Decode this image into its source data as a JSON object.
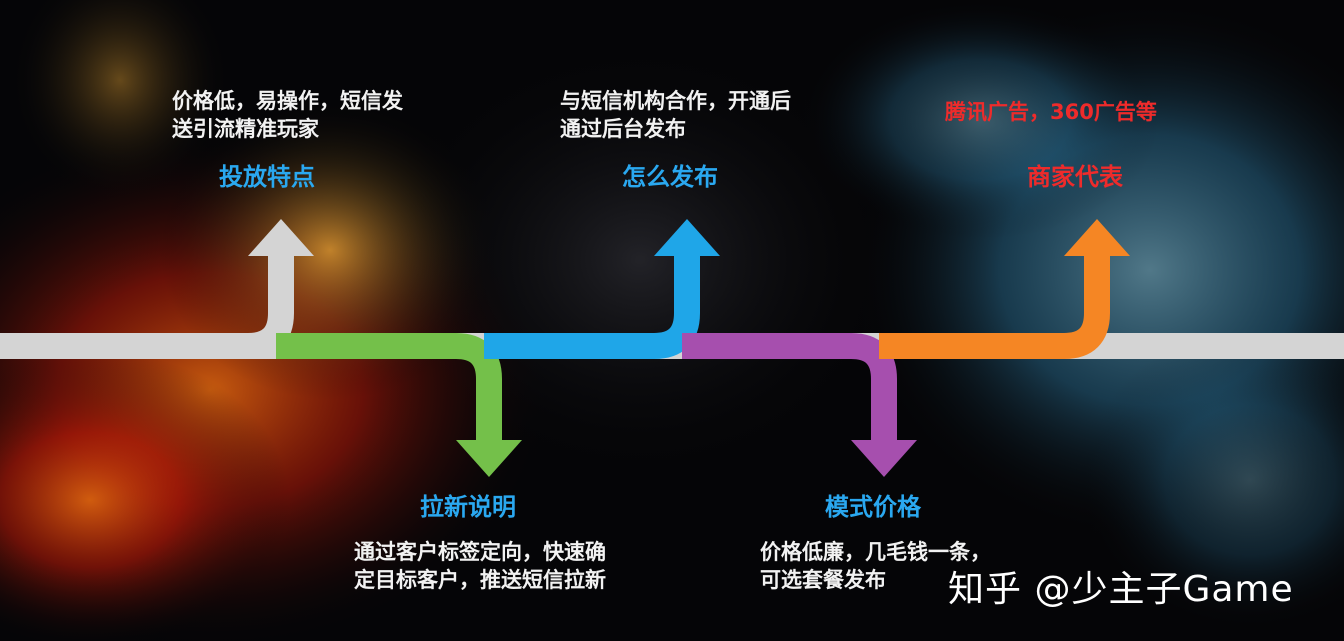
{
  "colors": {
    "gray": "#d4d4d4",
    "green": "#74c04a",
    "blue": "#1fa6e8",
    "purple": "#a64fae",
    "orange": "#f58624",
    "title_blue": "#2aa8f0",
    "title_red": "#ee2b2b",
    "fire_red": "#b81a08",
    "fire_orange": "#e86a10",
    "fire_yellow": "#ffb53a",
    "smoke_blue": "#3b9ccf",
    "smoke_light": "#8fd6f2"
  },
  "stages": [
    {
      "title": "投放特点",
      "desc_lines": [
        "价格低，易操作，短信发",
        "送引流精准玩家"
      ]
    },
    {
      "title": "拉新说明",
      "desc_lines": [
        "通过客户标签定向，快速确",
        "定目标客户，推送短信拉新"
      ]
    },
    {
      "title": "怎么发布",
      "desc_lines": [
        "与短信机构合作，开通后",
        "通过后台发布"
      ]
    },
    {
      "title": "模式价格",
      "desc_lines": [
        "价格低廉，几毛钱一条，",
        "可选套餐发布"
      ]
    },
    {
      "title": "商家代表",
      "desc_lines": [
        "腾讯广告，360广告等"
      ]
    }
  ],
  "watermark": "知乎 @少主子Game"
}
